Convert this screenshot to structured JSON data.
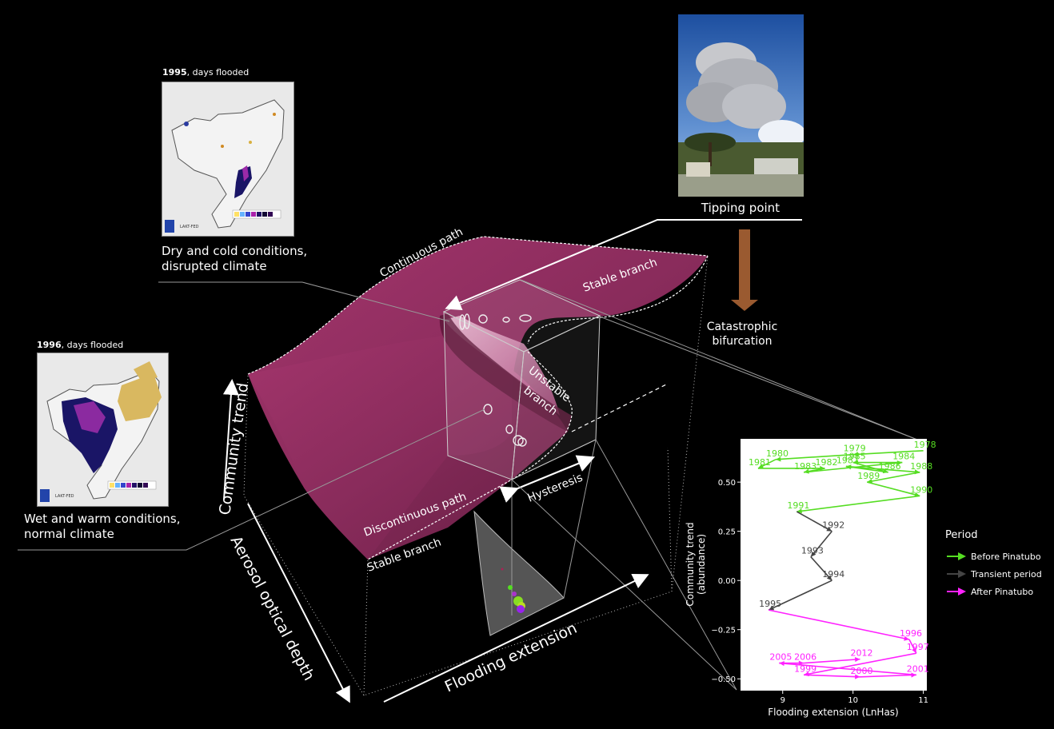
{
  "photo_caption": "Tipping point",
  "map1995": {
    "year": "1995",
    "suffix": ", days flooded",
    "caption": [
      "Dry and cold conditions,",
      "disrupted climate"
    ],
    "stamp": "LAKT-FED"
  },
  "map1996": {
    "year": "1996",
    "suffix": ", days flooded",
    "caption": [
      "Wet and warm conditions,",
      "normal climate"
    ],
    "stamp": "LAKT-FED"
  },
  "surface_labels": {
    "continuous_path": "Continuous path",
    "stable_branch_top": "Stable branch",
    "unstable_branch": [
      "Unstable",
      "branch"
    ],
    "discontinuous_path": "Discontinuous path",
    "stable_branch_bottom": "Stable branch",
    "hysteresis": "Hysteresis",
    "catastrophic": [
      "Catastrophic",
      "bifurcation"
    ]
  },
  "axis_labels": {
    "community_trend": "Community trend",
    "aerosol": "Aerosol optical depth",
    "flooding": "Flooding extension"
  },
  "colors": {
    "before": "#55dd22",
    "transient": "#444444",
    "after": "#ff22ff",
    "surface": "#8a2c5c",
    "arrow": "#9a5a30"
  },
  "chart_data": {
    "type": "line",
    "xlabel": "Flooding extension (LnHas)",
    "ylabel": [
      "Community trend",
      "(abundance)"
    ],
    "xlim": [
      8.4,
      11.05
    ],
    "ylim": [
      -0.56,
      0.72
    ],
    "xticks": [
      9,
      10,
      11
    ],
    "yticks": [
      0.5,
      0.25,
      0.0,
      -0.25,
      -0.5
    ],
    "ytick_labels": [
      "0.50",
      "0.25",
      "0.00",
      "−0.25",
      "−0.50"
    ],
    "legend_title": "Period",
    "legend_position": "right",
    "series": [
      {
        "name": "Before Pinatubo",
        "color": "#55dd22",
        "points": [
          {
            "year": "1978",
            "x": 11.0,
            "y": 0.66
          },
          {
            "year": "1979",
            "x": 10.0,
            "y": 0.64
          },
          {
            "year": "1980",
            "x": 8.9,
            "y": 0.615
          },
          {
            "year": "1981",
            "x": 8.65,
            "y": 0.57
          },
          {
            "year": "1982",
            "x": 9.6,
            "y": 0.57
          },
          {
            "year": "1983",
            "x": 9.3,
            "y": 0.55
          },
          {
            "year": "1984",
            "x": 10.7,
            "y": 0.6
          },
          {
            "year": "1985",
            "x": 10.0,
            "y": 0.6
          },
          {
            "year": "1986",
            "x": 10.5,
            "y": 0.55
          },
          {
            "year": "1987",
            "x": 9.9,
            "y": 0.58
          },
          {
            "year": "1988",
            "x": 10.95,
            "y": 0.55
          },
          {
            "year": "1989",
            "x": 10.2,
            "y": 0.5
          },
          {
            "year": "1990",
            "x": 10.95,
            "y": 0.43
          },
          {
            "year": "1991",
            "x": 9.2,
            "y": 0.35
          }
        ]
      },
      {
        "name": "Transient period",
        "color": "#444444",
        "points": [
          {
            "year": "1992",
            "x": 9.7,
            "y": 0.25
          },
          {
            "year": "1993",
            "x": 9.4,
            "y": 0.12
          },
          {
            "year": "1994",
            "x": 9.7,
            "y": 0.0
          },
          {
            "year": "1995",
            "x": 8.8,
            "y": -0.15
          }
        ]
      },
      {
        "name": "After Pinatubo",
        "color": "#ff22ff",
        "points": [
          {
            "year": "1996",
            "x": 10.8,
            "y": -0.3
          },
          {
            "year": "1997",
            "x": 10.9,
            "y": -0.37
          },
          {
            "year": "2012",
            "x": 10.1,
            "y": -0.4
          },
          {
            "year": "2006",
            "x": 9.3,
            "y": -0.42
          },
          {
            "year": "2005",
            "x": 8.95,
            "y": -0.42
          },
          {
            "year": "1999",
            "x": 9.3,
            "y": -0.48
          },
          {
            "year": "2000",
            "x": 10.1,
            "y": -0.49
          },
          {
            "year": "2001",
            "x": 10.9,
            "y": -0.48
          }
        ]
      }
    ]
  }
}
